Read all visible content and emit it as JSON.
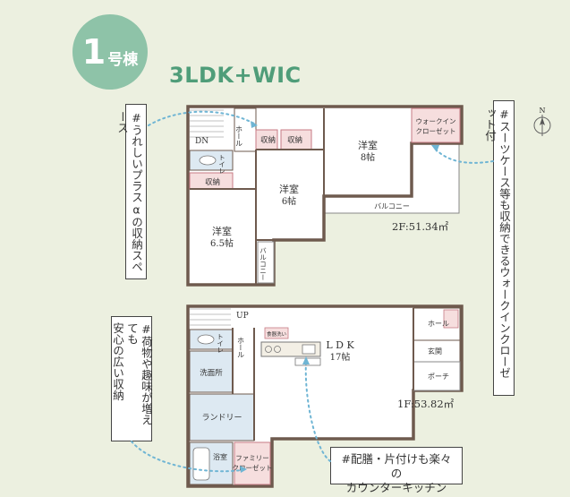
{
  "badge": {
    "number": "1",
    "unit": "号棟"
  },
  "layout_title": "3LDK+WIC",
  "callouts": {
    "storage_space": "#うれしいプラスαの収納スペース",
    "walk_in_closet": "#スーツケース等も収納できるウォークインクローゼット付",
    "hobby_storage_col1": "#荷物や趣味が増えても",
    "hobby_storage_col2": "安心の広い収納",
    "kitchen_line1": "#配膳・片付けも楽々の",
    "kitchen_line2": "カウンターキッチン"
  },
  "compass": {
    "label": "N"
  },
  "floor2": {
    "area": "2F:51.34㎡",
    "rooms": {
      "dn": "DN",
      "hall": "ホール",
      "storage_a": "収納",
      "storage_b": "収納",
      "storage_c": "収納",
      "toilet": "トイレ",
      "room8_name": "洋室",
      "room8_size": "8帖",
      "room6_name": "洋室",
      "room6_size": "6帖",
      "room65_name": "洋室",
      "room65_size": "6.5帖",
      "wic_line1": "ウォークイン",
      "wic_line2": "クローゼット",
      "balcony_main": "バルコニー",
      "balcony_small": "バルコニー"
    }
  },
  "floor1": {
    "area": "1F:53.82㎡",
    "rooms": {
      "up": "UP",
      "hall": "ホール",
      "toilet": "トイレ",
      "washroom": "洗面所",
      "laundry": "ランドリー",
      "bath": "浴室",
      "family_closet_line1": "ファミリー",
      "family_closet_line2": "クローゼット",
      "ldk_name": "L D K",
      "ldk_size": "17帖",
      "entrance_hall": "ホール",
      "entrance": "玄関",
      "porch": "ポーチ",
      "kitchen_tag": "食器洗い"
    }
  },
  "colors": {
    "wall": "#6e5a4e",
    "storage_fill": "#f6dede",
    "storage_border": "#c77b84",
    "room_fill": "#ffffff",
    "water_fill": "#dde9f2",
    "accent_green": "#4f9d79",
    "badge_green": "#8ec3a8",
    "arrow": "#6fb5d4"
  }
}
